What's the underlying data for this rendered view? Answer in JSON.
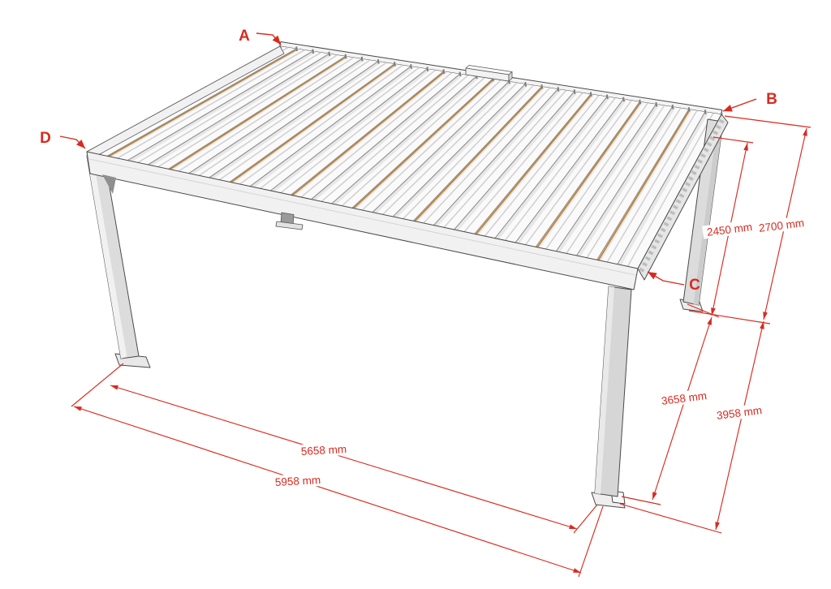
{
  "figure": {
    "corner_labels": {
      "a": "A",
      "b": "B",
      "c": "C",
      "d": "D"
    },
    "dimension_labels": {
      "dim_2450": "2450 mm",
      "dim_2700": "2700 mm",
      "dim_3658": "3658 mm",
      "dim_3958": "3958 mm",
      "dim_5658": "5658 mm",
      "dim_5958": "5958 mm"
    },
    "colors": {
      "annotation_red": "#d92a1f",
      "structure_gray": "#dcdcdc",
      "louver_accent_tan": "#c08433",
      "background": "#ffffff"
    }
  }
}
